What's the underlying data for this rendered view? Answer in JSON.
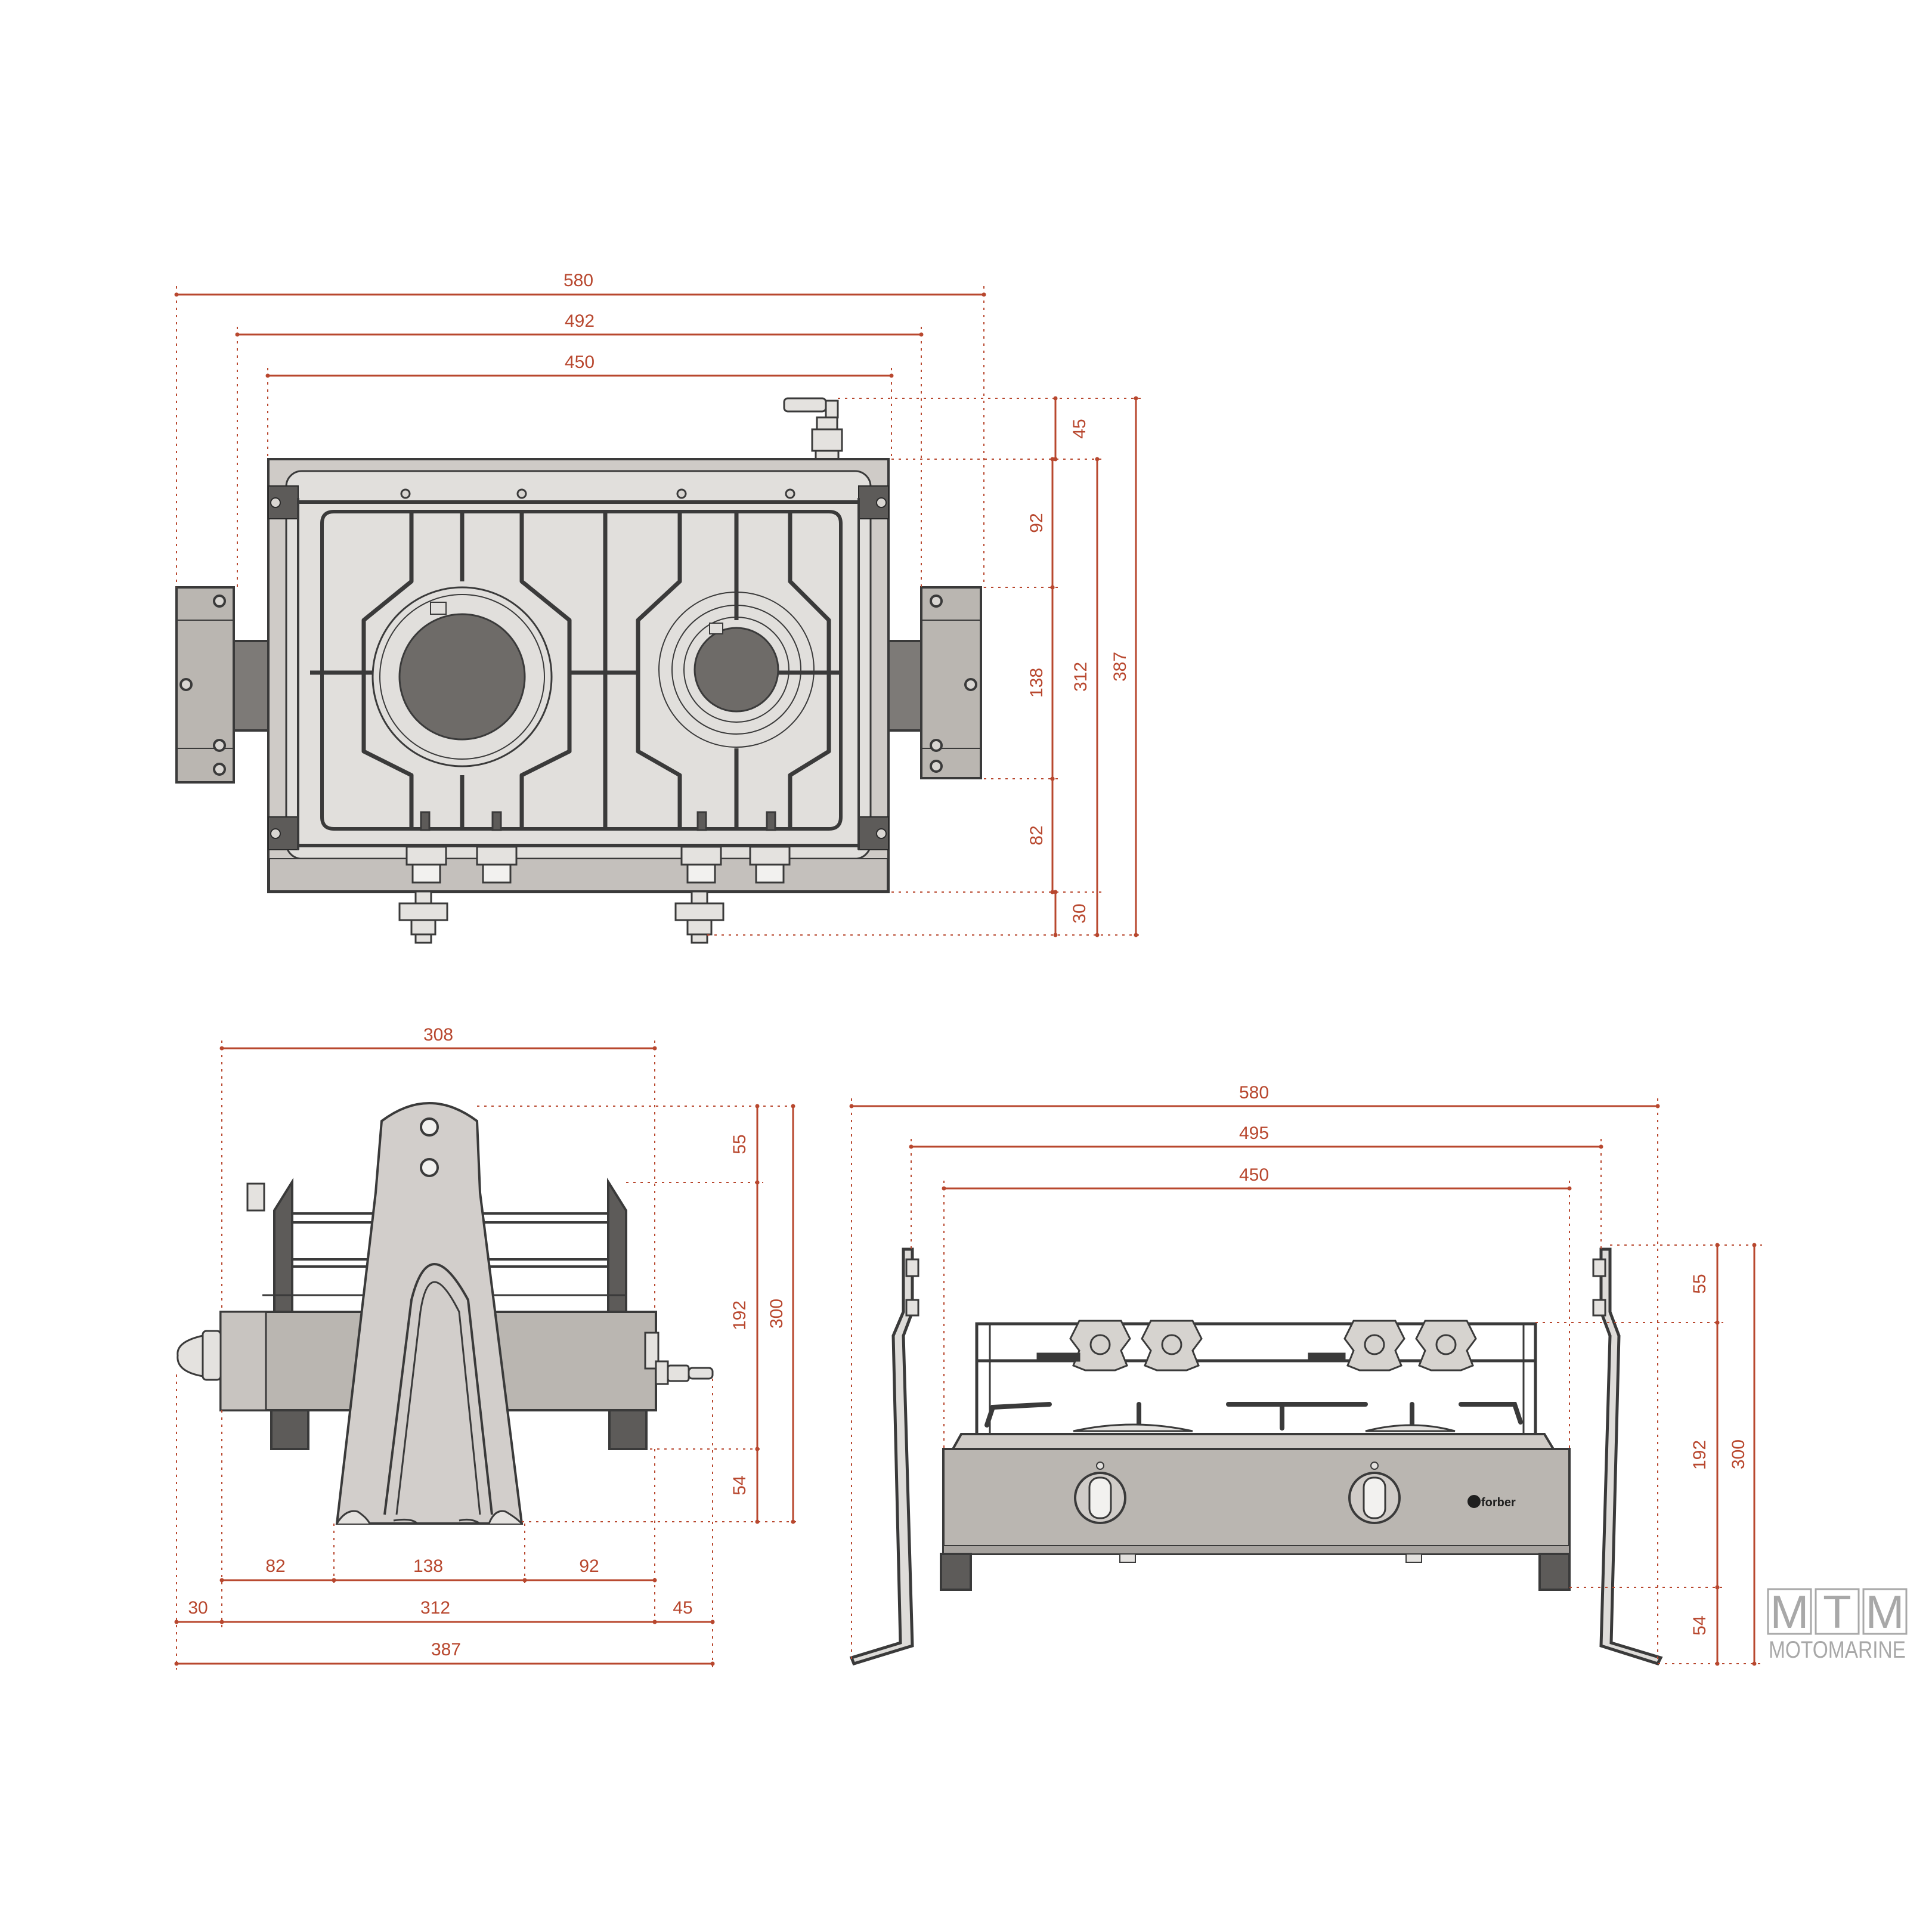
{
  "colors": {
    "dimension": "#b8472e",
    "outline": "#3a3a3a",
    "body_fill": "#bab6b1",
    "body_fill_light": "#d9d6d2",
    "dark_fill": "#5d5b59",
    "logo_grey": "#a8a8a8"
  },
  "top_view": {
    "width_overall": "580",
    "width_frame": "492",
    "width_hob": "450",
    "depth_gas_inlet": "45",
    "depth_rear": "92",
    "depth_middle": "138",
    "depth_front": "82",
    "depth_knobs": "30",
    "depth_hob": "312",
    "depth_overall": "387"
  },
  "side_view": {
    "width_top": "308",
    "height_top": "55",
    "height_middle": "192",
    "height_bottom": "54",
    "height_overall": "300",
    "bottom_front": "82",
    "bottom_middle": "138",
    "bottom_rear": "92",
    "bottom_knob": "30",
    "bottom_hob": "312",
    "bottom_inlet": "45",
    "bottom_overall": "387"
  },
  "front_view": {
    "width_overall": "580",
    "width_frame": "495",
    "width_hob": "450",
    "height_top": "55",
    "height_middle": "192",
    "height_bottom": "54",
    "height_overall": "300",
    "brand_label": "forber",
    "brand_icon": "brand-dot-icon"
  },
  "logo": {
    "letters": [
      "M",
      "T",
      "M"
    ],
    "name": "MOTOMARINE"
  }
}
